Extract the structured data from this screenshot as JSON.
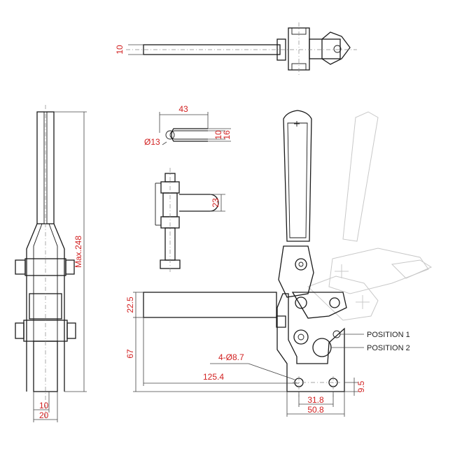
{
  "colors": {
    "outline": "#1a1a1a",
    "dimension_text": "#d11f1f",
    "ghost_position": "#c8c8c8",
    "background": "#ffffff"
  },
  "dimensions": {
    "top_thickness": "10",
    "slot_length": "43",
    "slot_width_small": "10",
    "slot_width_large": "16",
    "hole_dia": "Ø13",
    "spindle_height": "23",
    "max_height": "Max.248",
    "base_offset": "22.5",
    "base_height": "67",
    "mount_holes": "4-Ø8.7",
    "base_length": "125.4",
    "hole_vertical": "9.5",
    "hole_spacing": "31.8",
    "base_width": "50.8",
    "side_inner": "10",
    "side_outer": "20"
  },
  "labels": {
    "position_1": "POSITION 1",
    "position_2": "POSITION 2"
  }
}
